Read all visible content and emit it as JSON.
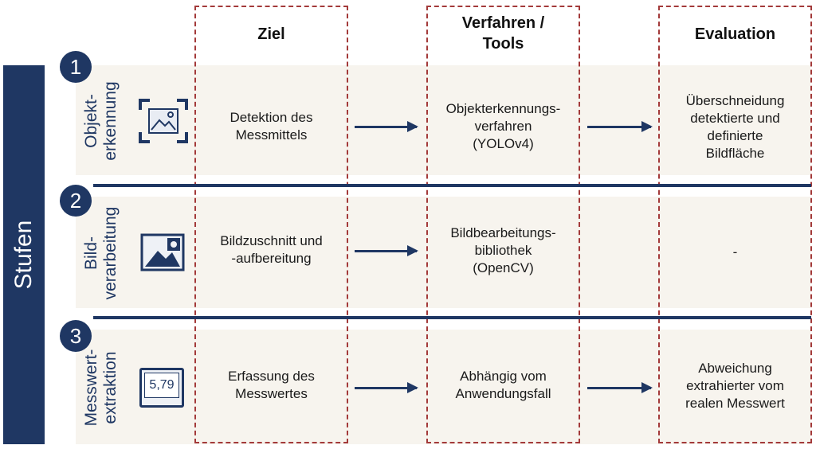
{
  "sidebar": {
    "label": "Stufen"
  },
  "columns": [
    {
      "title_line1": "Ziel",
      "title_line2": ""
    },
    {
      "title_line1": "Verfahren  /",
      "title_line2": "Tools"
    },
    {
      "title_line1": "Evaluation",
      "title_line2": ""
    }
  ],
  "stages": [
    {
      "number": "1",
      "label_lines": [
        "Objekt-",
        "erkennung"
      ],
      "icon": "image-detection-icon",
      "ziel_lines": [
        "Detektion des",
        "Messmittels"
      ],
      "verfahren_lines": [
        "Objekterkennungs-",
        "verfahren",
        "(YOLOv4)"
      ],
      "evaluation_lines": [
        "Überschneidung",
        "detektierte und",
        "definierte",
        "Bildfläche"
      ]
    },
    {
      "number": "2",
      "label_lines": [
        "Bild-",
        "verarbeitung"
      ],
      "icon": "image-edit-icon",
      "ziel_lines": [
        "Bildzuschnitt und",
        "-aufbereitung"
      ],
      "verfahren_lines": [
        "Bildbearbeitungs-",
        "bibliothek",
        "(OpenCV)"
      ],
      "evaluation_lines": [
        "-"
      ]
    },
    {
      "number": "3",
      "label_lines": [
        "Messwert-",
        "extraktion"
      ],
      "icon": "display-value-icon",
      "icon_text": "5,79",
      "ziel_lines": [
        "Erfassung des",
        "Messwertes"
      ],
      "verfahren_lines": [
        "Abhängig vom",
        "Anwendungsfall"
      ],
      "evaluation_lines": [
        "Abweichung",
        "extrahierter vom",
        "realen Messwert"
      ]
    }
  ],
  "colors": {
    "navy": "#1f3763",
    "dashed_border": "#a33a3a",
    "band": "#f7f4ee"
  }
}
